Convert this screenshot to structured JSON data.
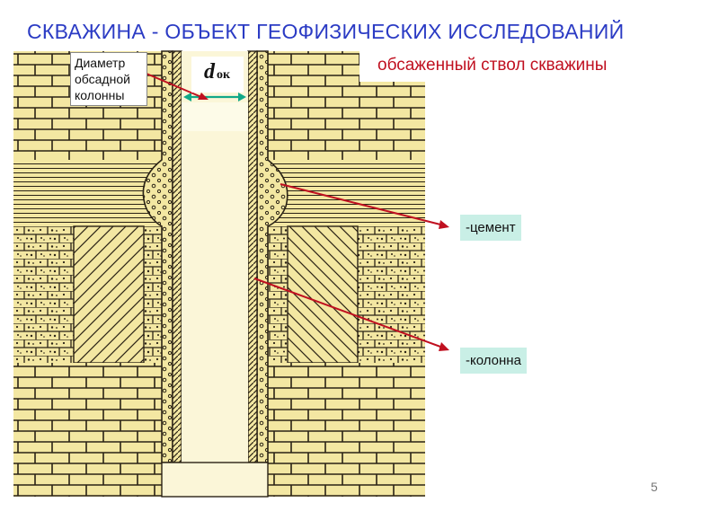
{
  "slide": {
    "title": "СКВАЖИНА - ОБЪЕКТ  ГЕОФИЗИЧЕСКИХ ИССЛЕДОВАНИЙ",
    "subtitle": "обсаженный ствол скважины",
    "page_number": "5"
  },
  "labels": {
    "casing_diameter": [
      "Диаметр",
      "обсадной",
      "колонны"
    ],
    "d_symbol": "d",
    "d_subscript": "ок",
    "cement": "-цемент",
    "column": "-колонна"
  },
  "colors": {
    "title": "#2b3bc4",
    "subtitle": "#c01020",
    "arrow": "#c01020",
    "diameter_arrow": "#10a888",
    "callout_bg": "#c9efe6",
    "diagram_bg": "#f3e7a2",
    "line": "#2a2215"
  }
}
